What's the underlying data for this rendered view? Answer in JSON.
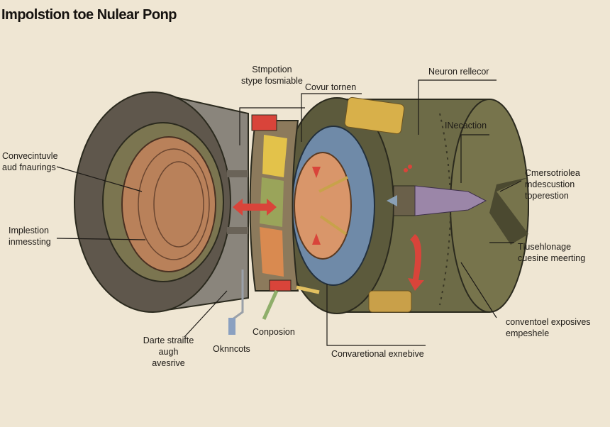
{
  "title": "Impolstion toe Nulear Ponp",
  "labels": {
    "stmpotion": [
      "Stmpotion",
      "stype fosmiable"
    ],
    "covur": "Covur tornen",
    "neuron": "Neuron rellecor",
    "inecaction": "INecaction",
    "cmersotriolea": [
      "Cmersotriolea",
      "mdescustion",
      "toperestion"
    ],
    "tlusehlonage": [
      "Tlusehlonage",
      "cuesine meerting"
    ],
    "conventoel": [
      "conventoel exposives",
      "empeshele"
    ],
    "convecintuvle": [
      "Convecintuvle",
      "aud fnaurings"
    ],
    "implestion": [
      "Implestion",
      "inmessting"
    ],
    "darte": [
      "Darte straifte",
      "augh",
      "avesrive"
    ],
    "oknncots": "Oknncots",
    "conposion": "Conposion",
    "convaretional": "Convaretional exnebive"
  },
  "colors": {
    "background": "#efe6d3",
    "outer_shell": "#5f574c",
    "olive_shell": "#6d6b47",
    "copper": "#c98a5a",
    "blue_core": "#6f8aa8",
    "arrow_red": "#d9443a",
    "gold_plate": "#d8b04a"
  }
}
